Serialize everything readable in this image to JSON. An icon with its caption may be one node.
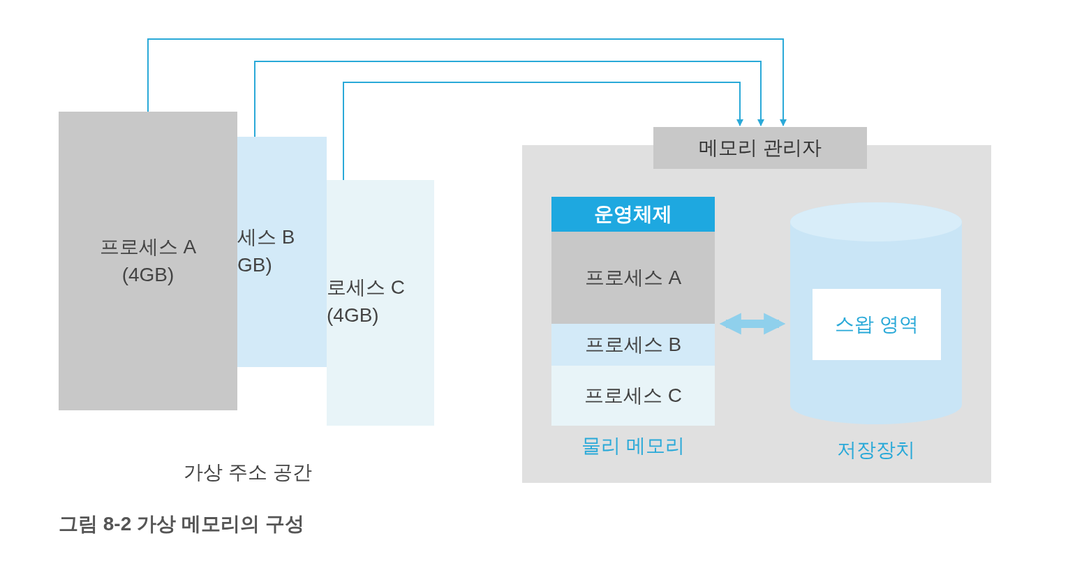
{
  "diagram": {
    "caption": "그림 8-2 가상 메모리의 구성",
    "nodes": [
      {
        "text": [
          "프로세스 A (4GB)"
        ]
      },
      {
        "text": [
          "세스 B GB)"
        ]
      },
      {
        "text": [
          "로세스 C (4GB)"
        ]
      },
      {
        "text": [],
        "shape": "box"
      },
      {
        "text": [
          "메모리 관리자"
        ]
      },
      {
        "text": [
          "물리 메모리"
        ],
        "in": 3
      },
      {
        "text": [
          "운영체제"
        ],
        "in": 5
      },
      {
        "text": [
          "프로세스 A"
        ],
        "in": 5
      },
      {
        "text": [
          "프로세스 B"
        ],
        "in": 5
      },
      {
        "text": [
          "프로세스 C"
        ],
        "in": 5
      },
      {
        "text": [
          "저장장치"
        ],
        "in": 3
      },
      {
        "text": [
          "스왑 영역"
        ],
        "in": 10
      }
    ],
    "edges": [
      {
        "from": 0,
        "to": 4,
        "arrow": "to"
      },
      {
        "from": 1,
        "to": 4,
        "arrow": "to"
      },
      {
        "from": 2,
        "to": 4,
        "arrow": "to"
      },
      {
        "from": 5,
        "to": 10,
        "arrow": "both",
        "style": "thick",
        "color": "#8fd0ec"
      }
    ],
    "labels": [
      "가상 주소 공간"
    ]
  }
}
